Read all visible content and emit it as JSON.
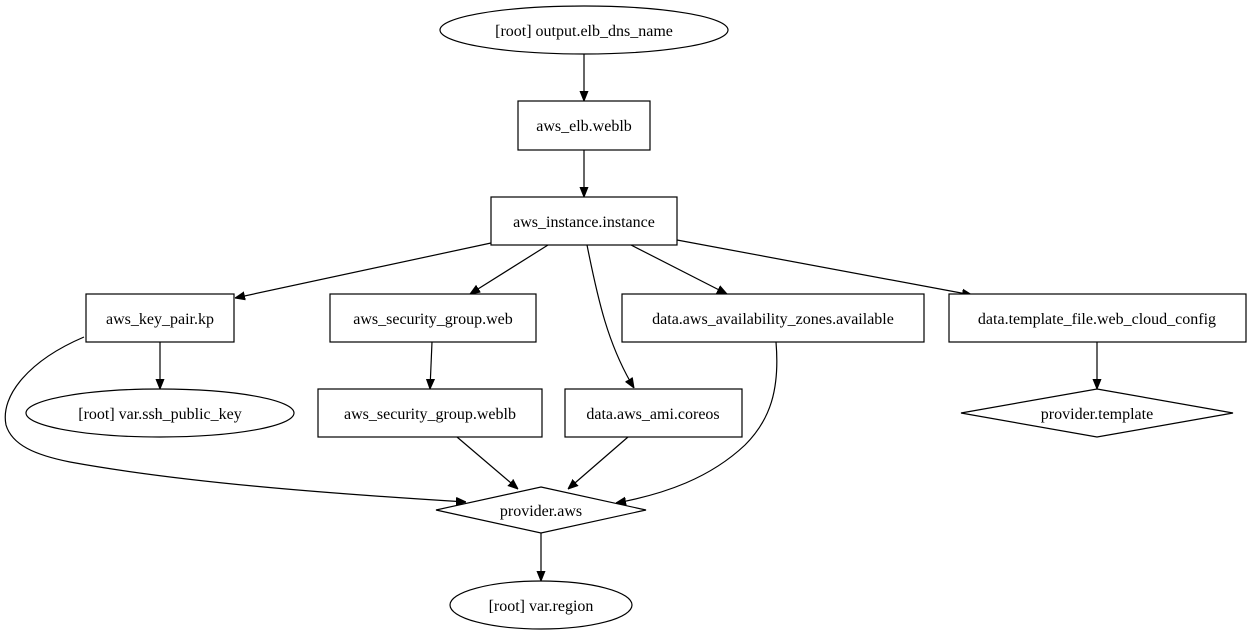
{
  "graph": {
    "nodes": {
      "output_elb_dns_name": "[root] output.elb_dns_name",
      "aws_elb_weblb": "aws_elb.weblb",
      "aws_instance_instance": "aws_instance.instance",
      "aws_key_pair_kp": "aws_key_pair.kp",
      "aws_security_group_web": "aws_security_group.web",
      "data_aws_availability_zones_available": "data.aws_availability_zones.available",
      "data_template_file_web_cloud_config": "data.template_file.web_cloud_config",
      "var_ssh_public_key": "[root] var.ssh_public_key",
      "aws_security_group_weblb": "aws_security_group.weblb",
      "data_aws_ami_coreos": "data.aws_ami.coreos",
      "provider_template": "provider.template",
      "provider_aws": "provider.aws",
      "var_region": "[root] var.region"
    },
    "edges": [
      [
        "output_elb_dns_name",
        "aws_elb_weblb"
      ],
      [
        "aws_elb_weblb",
        "aws_instance_instance"
      ],
      [
        "aws_instance_instance",
        "aws_key_pair_kp"
      ],
      [
        "aws_instance_instance",
        "aws_security_group_web"
      ],
      [
        "aws_instance_instance",
        "data_aws_ami_coreos"
      ],
      [
        "aws_instance_instance",
        "data_aws_availability_zones_available"
      ],
      [
        "aws_instance_instance",
        "data_template_file_web_cloud_config"
      ],
      [
        "aws_key_pair_kp",
        "var_ssh_public_key"
      ],
      [
        "aws_key_pair_kp",
        "provider_aws"
      ],
      [
        "aws_security_group_web",
        "aws_security_group_weblb"
      ],
      [
        "aws_security_group_weblb",
        "provider_aws"
      ],
      [
        "data_aws_ami_coreos",
        "provider_aws"
      ],
      [
        "data_aws_availability_zones_available",
        "provider_aws"
      ],
      [
        "data_template_file_web_cloud_config",
        "provider_template"
      ],
      [
        "provider_aws",
        "var_region"
      ]
    ]
  }
}
